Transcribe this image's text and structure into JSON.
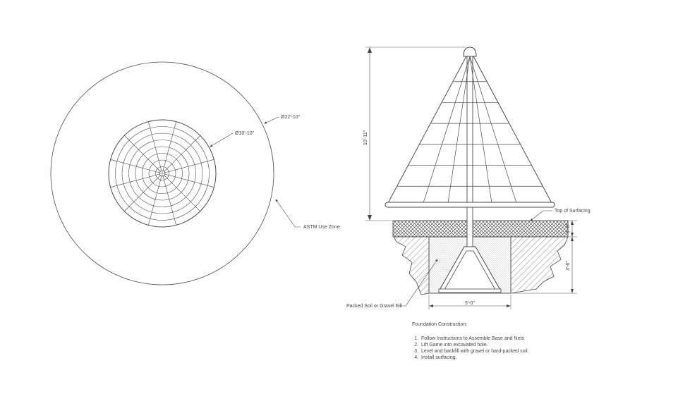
{
  "labels": {
    "outer_diameter": "Ø22'-10\"",
    "inner_diameter": "Ø10'-10\"",
    "use_zone": "ASTM Use Zone",
    "overall_height": "10'-11\"",
    "top_of_surfacing": "Top of Surfacing",
    "surfacing_depth": "1'-0\"",
    "footing_depth": "3'-6\"",
    "footing_width": "5'-0\"",
    "backfill": "Packed Soil or Gravel Fill"
  },
  "notes": {
    "title": "Foundation Construction:",
    "steps": [
      "Follow Instructions to Assemble Base and Nets",
      "Lift Game into excavated hole.",
      "Level and backfill with gravel or hard-packed soil.",
      "Install surfacing."
    ]
  },
  "colors": {
    "line": "#4a4a4a",
    "fill_stipple": "#888888"
  }
}
